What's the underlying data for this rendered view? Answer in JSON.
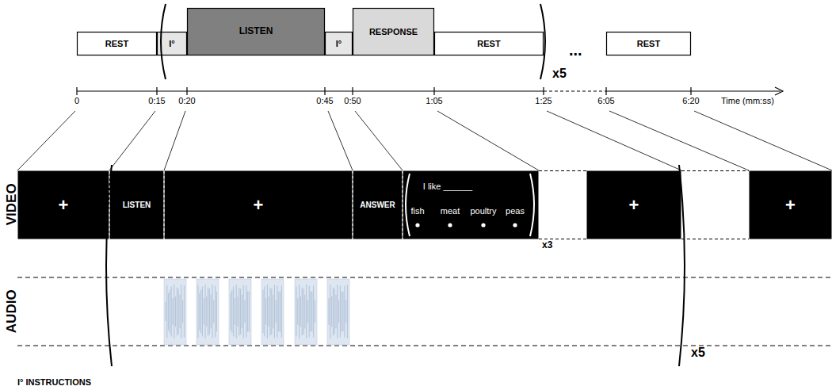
{
  "diagram": {
    "nodes": [
      {
        "text": [
          "REST"
        ]
      },
      {
        "text": [
          "I°"
        ]
      },
      {
        "text": [
          "LISTEN"
        ]
      },
      {
        "text": [
          "I°"
        ]
      },
      {
        "text": [
          "RESPONSE"
        ]
      },
      {
        "text": [
          "REST"
        ]
      },
      {
        "text": [
          "REST"
        ]
      },
      {
        "text": [
          "+"
        ]
      },
      {
        "text": [
          "LISTEN"
        ]
      },
      {
        "text": [
          "+"
        ]
      },
      {
        "text": [
          "ANSWER"
        ]
      },
      {
        "text": [
          "I like ______",
          "fish",
          "meat",
          "poultry",
          "peas"
        ]
      },
      {
        "text": [
          "+"
        ]
      },
      {
        "text": [
          "+"
        ]
      }
    ],
    "labels": [
      "x5",
      "...",
      "0",
      "0:15",
      "0:20",
      "0:45",
      "0:50",
      "1:05",
      "1:25",
      "6:05",
      "6:20",
      "Time (mm:ss)",
      "x3",
      "x5",
      "VIDEO",
      "AUDIO",
      "I° INSTRUCTIONS"
    ]
  }
}
